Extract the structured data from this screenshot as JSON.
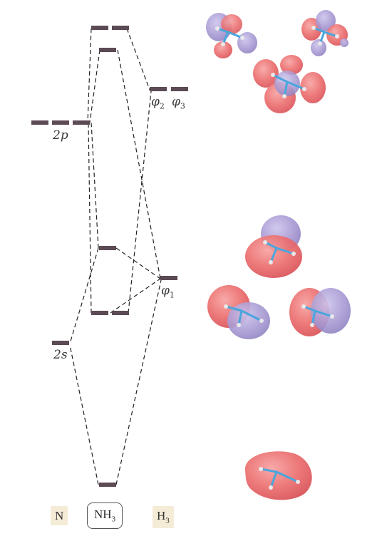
{
  "labels": {
    "n_2p": "2p",
    "n_2s": "2s",
    "phi2_main": "φ",
    "phi2_sub": "2",
    "phi3_main": "φ",
    "phi3_sub": "3",
    "phi1_main": "φ",
    "phi1_sub": "1"
  },
  "columns": {
    "n": "N",
    "nh3_main": "NH",
    "nh3_sub": "3",
    "h3_main": "H",
    "h3_sub": "3"
  },
  "colors": {
    "level_bar": "#5c4a55",
    "line": "#222222",
    "lobe_positive": "#ec6f6f",
    "lobe_negative": "#a99bd4",
    "bond": "#4aa6dc",
    "atom_h": "#e8e8ea",
    "label_tint": "#f4ecd6"
  },
  "orbital_icons": [
    "antibonding-orbital-icon-a",
    "antibonding-orbital-icon-b",
    "antibonding-orbital-icon-c",
    "nonbonding-orbital-icon",
    "bonding-e-orbital-icon-a",
    "bonding-e-orbital-icon-b",
    "bonding-a1-orbital-icon"
  ]
}
